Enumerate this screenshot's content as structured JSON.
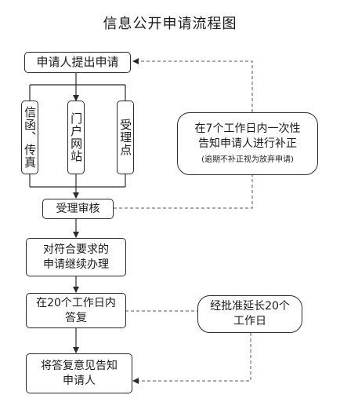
{
  "title": "信息公开申请流程图",
  "steps": {
    "apply": "申请人提出申请",
    "channel_mail": "信函、传真",
    "channel_portal": "门户网站",
    "channel_counter": "受理点",
    "review": "受理审核",
    "continue_line1": "对符合要求的",
    "continue_line2": "申请继续办理",
    "reply_line1": "在20个工作日内",
    "reply_line2": "答复",
    "notify_line1": "将答复意见告知",
    "notify_line2": "申请人"
  },
  "side_notes": {
    "correction_line1": "在7个工作日内一次性",
    "correction_line2": "告知申请人进行补正",
    "correction_note": "(逾期不补正视为放弃申请)",
    "extension_line1": "经批准延长20个",
    "extension_line2": "工作日"
  }
}
